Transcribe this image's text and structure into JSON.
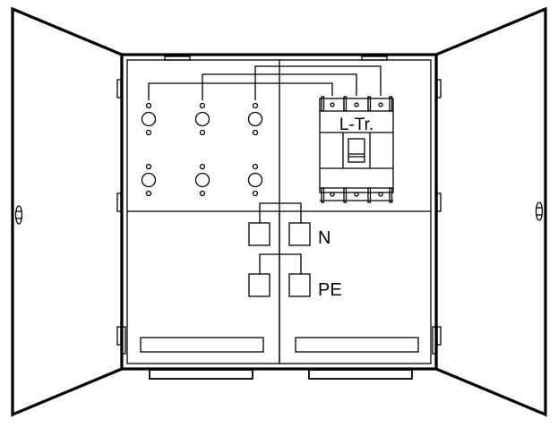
{
  "diagram": {
    "type": "electrical-cabinet-layout",
    "labels": {
      "breaker": "L-Tr.",
      "neutral": "N",
      "protective_earth": "PE"
    },
    "components": {
      "fuse_holders": {
        "rows": 2,
        "cols": 3,
        "count": 6
      },
      "breaker_poles": 3,
      "neutral_terminals": 2,
      "pe_terminals": 2,
      "cable_entry_slots": 2,
      "door_handles": 2,
      "doors": 2
    },
    "colors": {
      "stroke": "#000000",
      "background": "#ffffff"
    }
  }
}
